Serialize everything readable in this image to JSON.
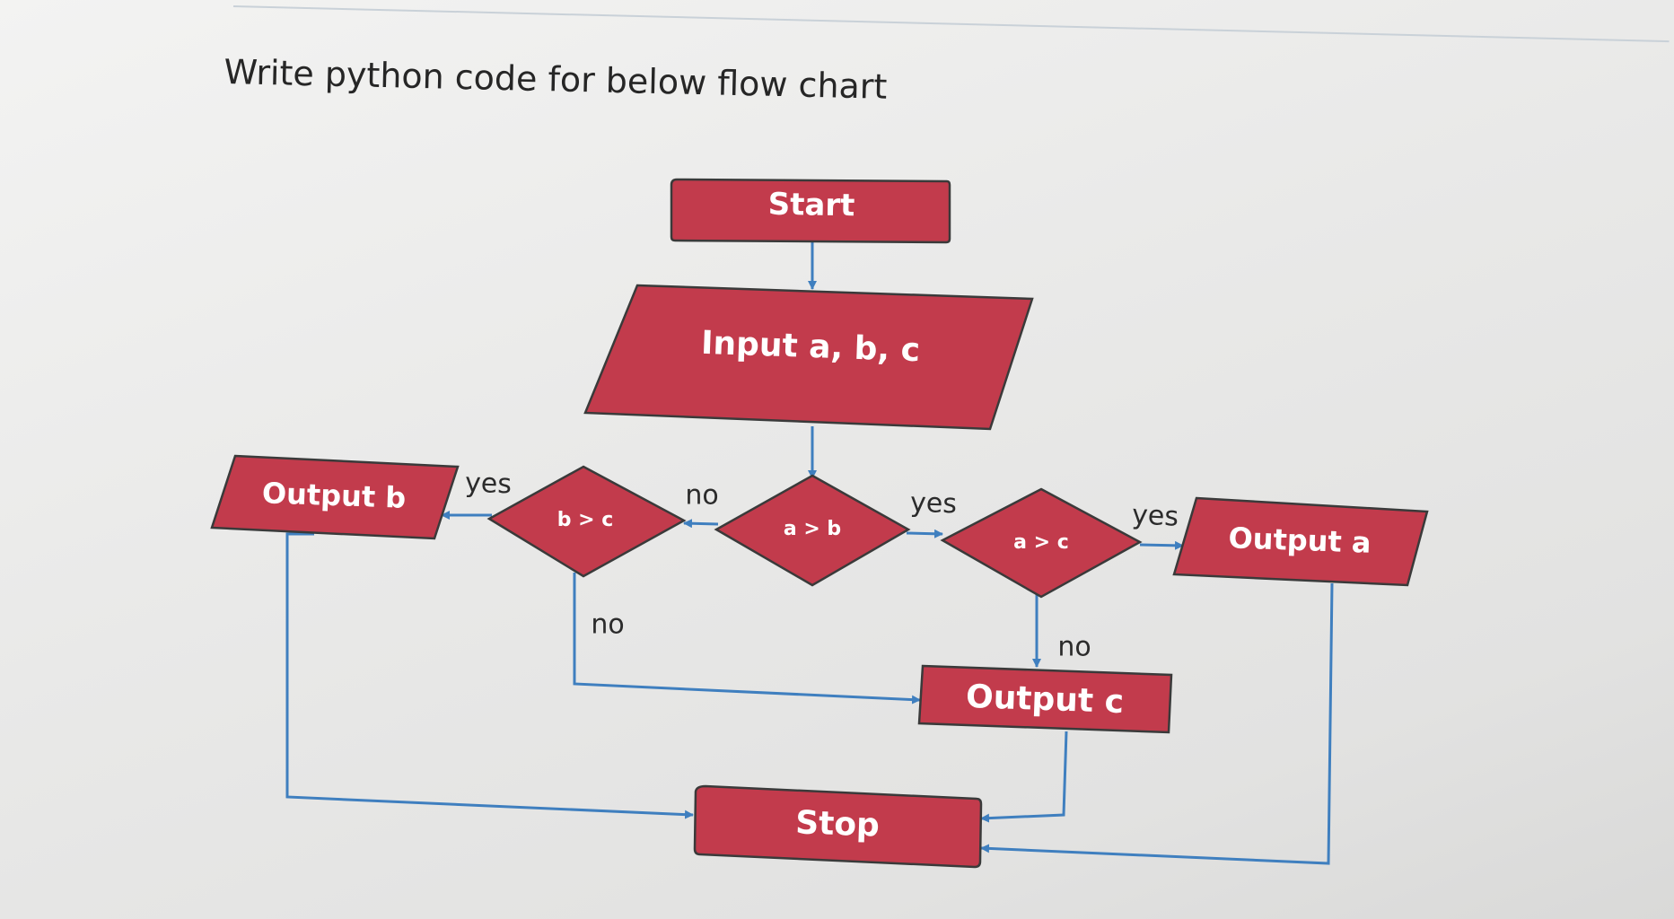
{
  "question": "Write python code for below flow chart",
  "nodes": {
    "start": "Start",
    "input": "Input a, b, c",
    "decision_ab": "a > b",
    "decision_ac": "a > c",
    "decision_bc": "b > c",
    "output_a": "Output a",
    "output_b": "Output b",
    "output_c": "Output c",
    "stop": "Stop"
  },
  "edges": {
    "ab_yes": "yes",
    "ab_no": "no",
    "ac_yes": "yes",
    "ac_no": "no",
    "bc_yes": "yes",
    "bc_no": "no"
  },
  "colors": {
    "node_fill": "#c23b4c",
    "connector": "#3f7fbf"
  }
}
